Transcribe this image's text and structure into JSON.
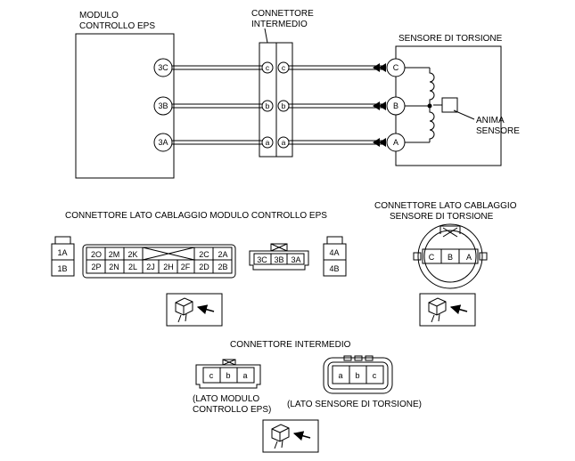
{
  "labels": {
    "ecu_line1": "MODULO",
    "ecu_line2": "CONTROLLO EPS",
    "inter_line1": "CONNETTORE",
    "inter_line2": "INTERMEDIO",
    "sensor_title": "SENSORE DI TORSIONE",
    "core_line1": "ANIMA",
    "core_line2": "SENSORE",
    "ecu_connector_title": "CONNETTORE LATO CABLAGGIO MODULO CONTROLLO EPS",
    "sensor_connector_line1": "CONNETTORE LATO CABLAGGIO",
    "sensor_connector_line2": "SENSORE DI TORSIONE",
    "inter_connector_title": "CONNETTORE INTERMEDIO",
    "inter_left_line1": "(LATO MODULO",
    "inter_left_line2": "CONTROLLO EPS)",
    "inter_right": "(LATO SENSORE DI TORSIONE)"
  },
  "wiring": {
    "ecu_terminals": [
      "3C",
      "3B",
      "3A"
    ],
    "inter_terminals": [
      "c",
      "b",
      "a"
    ],
    "sensor_terminals": [
      "C",
      "B",
      "A"
    ]
  },
  "ecu_connectors": {
    "conn1": [
      "1A",
      "1B"
    ],
    "conn2_top": [
      "2O",
      "2M",
      "2K",
      "2C",
      "2A"
    ],
    "conn2_bottom": [
      "2P",
      "2N",
      "2L",
      "2J",
      "2H",
      "2F",
      "2D",
      "2B"
    ],
    "conn3": [
      "3C",
      "3B",
      "3A"
    ],
    "conn4": [
      "4A",
      "4B"
    ]
  },
  "sensor_connector_pins": [
    "C",
    "B",
    "A"
  ],
  "inter_connector_left_pins": [
    "c",
    "b",
    "a"
  ],
  "inter_connector_right_pins": [
    "a",
    "b",
    "c"
  ]
}
